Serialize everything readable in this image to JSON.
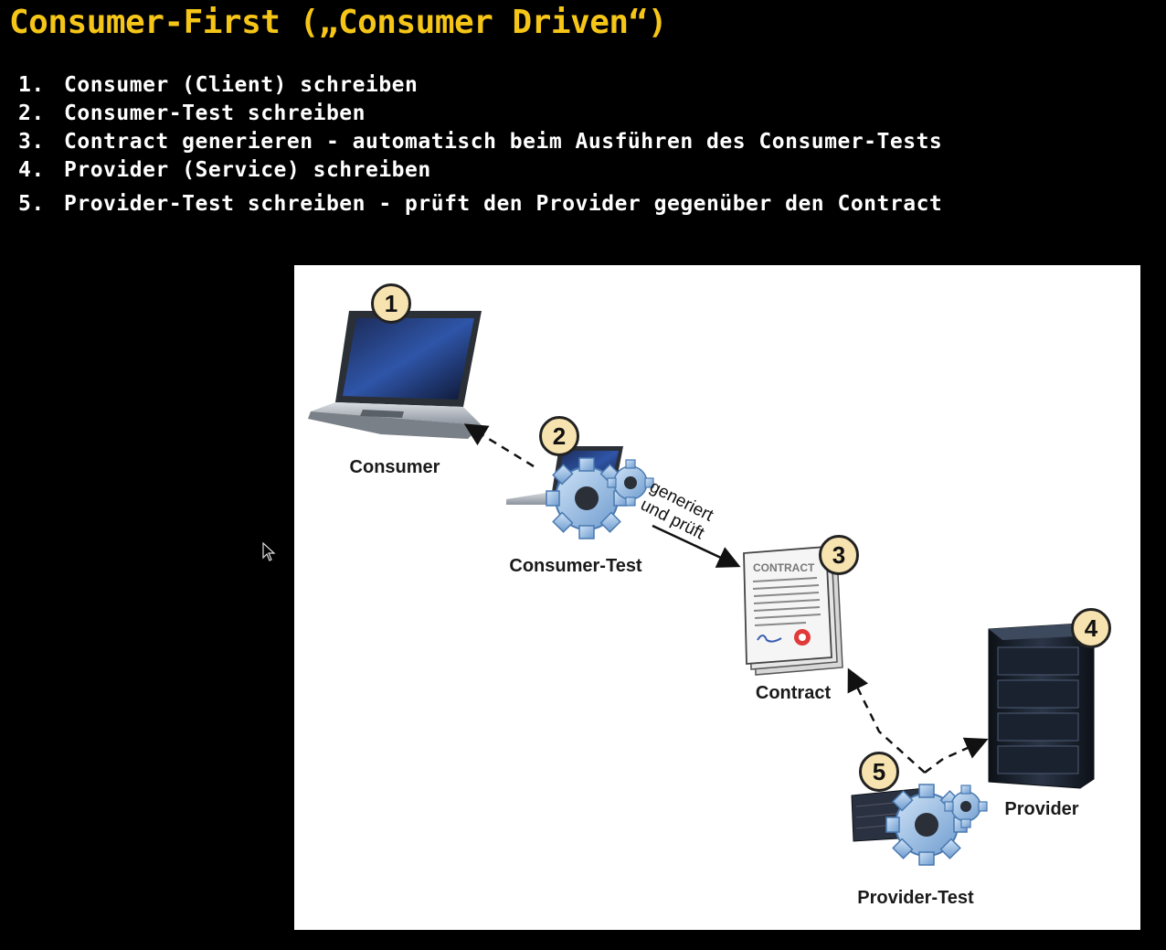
{
  "title": "Consumer-First („Consumer Driven“)",
  "steps": [
    {
      "num": "1.",
      "text": "Consumer (Client) schreiben"
    },
    {
      "num": "2.",
      "text": "Consumer-Test schreiben"
    },
    {
      "num": "3.",
      "text": "Contract generieren - automatisch beim Ausführen des Consumer-Tests"
    },
    {
      "num": "4.",
      "text": "Provider (Service) schreiben"
    },
    {
      "num": "5.",
      "text": "Provider-Test schreiben - prüft den Provider gegenüber den Contract"
    }
  ],
  "diagram": {
    "consumer": {
      "badge": "1",
      "label": "Consumer"
    },
    "consumer_test": {
      "badge": "2",
      "label": "Consumer-Test"
    },
    "contract": {
      "badge": "3",
      "label": "Contract",
      "doc_text": "CONTRACT"
    },
    "provider": {
      "badge": "4",
      "label": "Provider"
    },
    "provider_test": {
      "badge": "5",
      "label": "Provider-Test"
    },
    "arrow_label_line1": "generiert",
    "arrow_label_line2": "und prüft"
  },
  "colors": {
    "title": "#f5c518",
    "badge": "#f7e3b0",
    "background": "#000000",
    "panel": "#ffffff"
  }
}
